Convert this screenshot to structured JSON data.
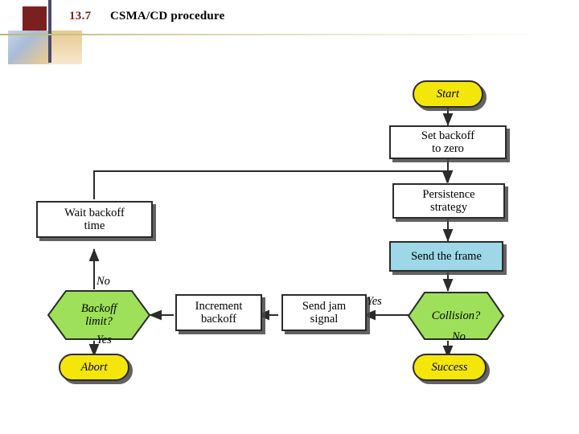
{
  "header": {
    "section_number": "13.7",
    "section_title": "CSMA/CD procedure"
  },
  "diagram": {
    "type": "flowchart",
    "nodes": [
      {
        "id": "start",
        "label": "Start",
        "shape": "terminator",
        "color": "#f5e60a"
      },
      {
        "id": "set_backoff",
        "label": "Set backoff\nto zero",
        "shape": "process",
        "color": "#ffffff"
      },
      {
        "id": "persistence",
        "label": "Persistence\nstrategy",
        "shape": "process",
        "color": "#ffffff"
      },
      {
        "id": "send_frame",
        "label": "Send the frame",
        "shape": "process",
        "color": "#9ed8e8"
      },
      {
        "id": "collision",
        "label": "Collision?",
        "shape": "decision",
        "color": "#9ee05a"
      },
      {
        "id": "success",
        "label": "Success",
        "shape": "terminator",
        "color": "#f5e60a"
      },
      {
        "id": "send_jam",
        "label": "Send jam\nsignal",
        "shape": "process",
        "color": "#ffffff"
      },
      {
        "id": "increment",
        "label": "Increment\nbackoff",
        "shape": "process",
        "color": "#ffffff"
      },
      {
        "id": "backoff_limit",
        "label": "Backoff\nlimit?",
        "shape": "decision",
        "color": "#9ee05a"
      },
      {
        "id": "abort",
        "label": "Abort",
        "shape": "terminator",
        "color": "#f5e60a"
      },
      {
        "id": "wait_backoff",
        "label": "Wait backoff\ntime",
        "shape": "process",
        "color": "#ffffff"
      }
    ],
    "edge_labels": {
      "collision_yes": "Yes",
      "collision_no": "No",
      "backoff_no": "No",
      "backoff_yes": "Yes"
    },
    "node_text": {
      "start": "Start",
      "set_backoff_line1": "Set backoff",
      "set_backoff_line2": "to zero",
      "persistence_line1": "Persistence",
      "persistence_line2": "strategy",
      "send_frame": "Send the frame",
      "collision": "Collision?",
      "success": "Success",
      "send_jam_line1": "Send jam",
      "send_jam_line2": "signal",
      "increment_line1": "Increment",
      "increment_line2": "backoff",
      "backoff_limit_line1": "Backoff",
      "backoff_limit_line2": "limit?",
      "abort": "Abort",
      "wait_backoff_line1": "Wait backoff",
      "wait_backoff_line2": "time"
    }
  }
}
